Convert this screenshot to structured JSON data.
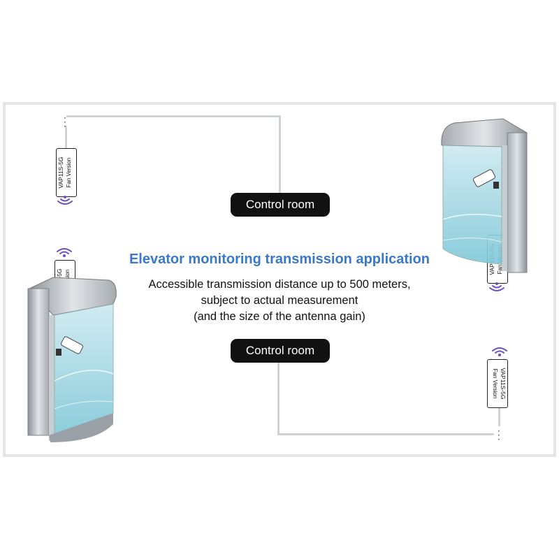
{
  "title": "Elevator monitoring transmission application",
  "description": [
    "Accessible transmission distance up to 500 meters,",
    "subject to actual measurement",
    "(and the size of the antenna gain)"
  ],
  "control_rooms": [
    "Control room",
    "Control room"
  ],
  "devices": [
    {
      "model": "VAP11S-5G",
      "version": "Fan Version"
    },
    {
      "model": "VAP11S-5G",
      "version": "Fan Version"
    },
    {
      "model": "VAP11S-5G",
      "version": "Fan Version"
    },
    {
      "model": "VAP11S-5G",
      "version": "Fan Version"
    }
  ],
  "colors": {
    "title": "#3a78c8",
    "wifi": "#6a4fc8",
    "glass": "#a9dbe6",
    "metal": "#b9bec3"
  }
}
